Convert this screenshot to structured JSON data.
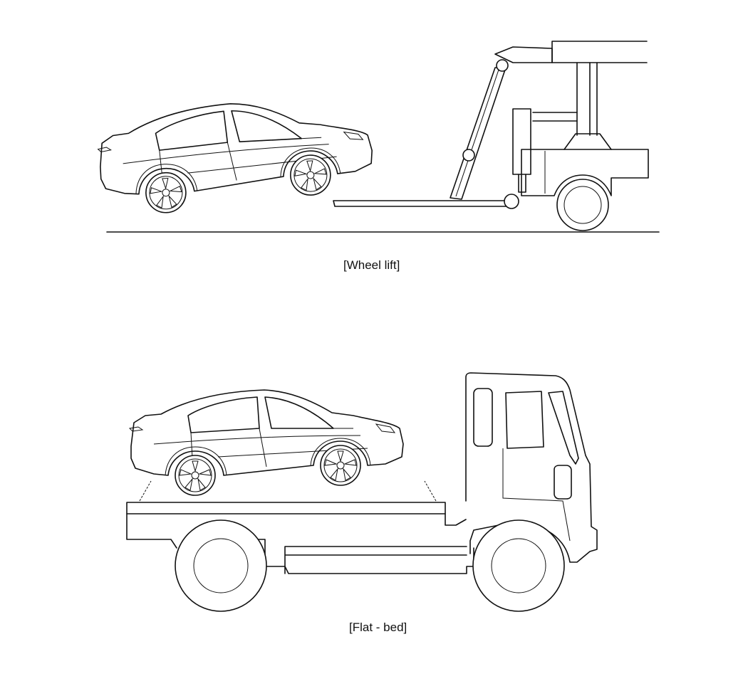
{
  "figures": [
    {
      "id": "wheel-lift",
      "caption": "[Wheel lift]"
    },
    {
      "id": "flat-bed",
      "caption": "[Flat - bed]"
    }
  ]
}
